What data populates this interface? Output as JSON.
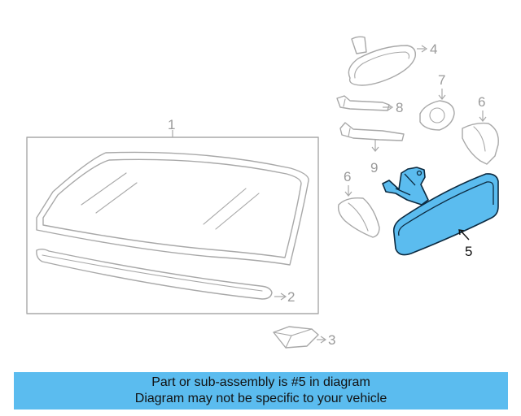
{
  "diagram": {
    "callouts": {
      "c1": "1",
      "c2": "2",
      "c3": "3",
      "c4": "4",
      "c5": "5",
      "c6a": "6",
      "c6b": "6",
      "c7": "7",
      "c8": "8",
      "c9": "9"
    },
    "highlight_color": "#5bbcef",
    "line_color": "#a8a8a8"
  },
  "banner": {
    "line1": "Part or sub-assembly is #5 in diagram",
    "line2": "Diagram may not be specific to your vehicle"
  }
}
